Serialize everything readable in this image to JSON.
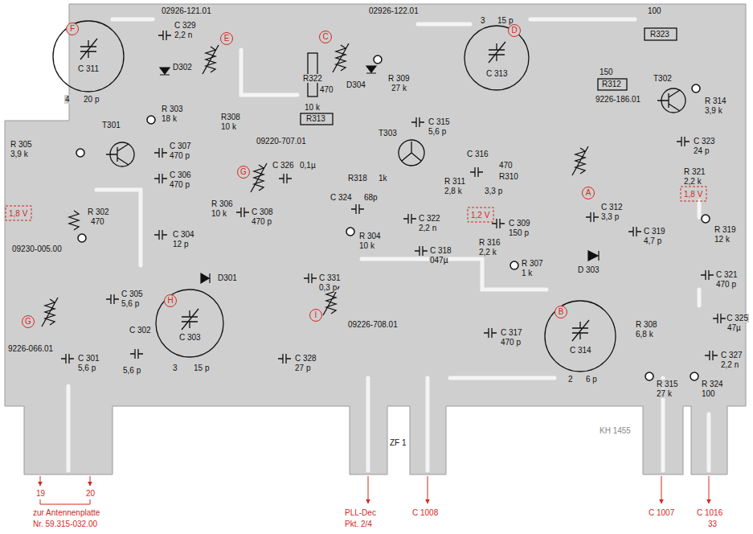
{
  "diagram": {
    "nodes": [
      {
        "text": [
          "F"
        ]
      },
      {
        "text": [
          "D"
        ]
      },
      {
        "text": [
          "E"
        ]
      },
      {
        "text": [
          "C"
        ]
      },
      {
        "text": [
          "G"
        ]
      },
      {
        "text": [
          "A"
        ]
      },
      {
        "text": [
          "H"
        ]
      },
      {
        "text": [
          "B"
        ]
      },
      {
        "text": [
          "I"
        ]
      },
      {
        "text": [
          "G"
        ]
      }
    ],
    "labels": [
      "02926-121.01",
      "02926-122.01",
      "C 329",
      "2,2 n",
      "3",
      "15 p",
      "100",
      "R323",
      "D302",
      "C 311",
      "4",
      "20 p",
      "R322",
      "470",
      "D304",
      "C 313",
      "R 309",
      "27 k",
      "150",
      "R312",
      "9226-186.01",
      "T302",
      "R 314",
      "3,9 k",
      "10 k",
      "R313",
      "C 315",
      "5,6 p",
      "R308",
      "10 k",
      "R 303",
      "18 k",
      "T301",
      "R 305",
      "3,9 k",
      "C 307",
      "470 p",
      "09220-707.01",
      "C 326",
      "0,1µ",
      "T303",
      "C 316",
      "470",
      "R310",
      "C 323",
      "24 p",
      "1k",
      "R318",
      "C 306",
      "470 p",
      "C 324",
      "68p",
      "3,3 p",
      "R 311",
      "2,8 k",
      "1,2 V",
      "C 309",
      "150 p",
      "C 312",
      "3,3 p",
      "C 319",
      "4,7 p",
      "R 319",
      "12 k",
      "R 321",
      "2,2 k",
      "1,8 V",
      "1,8 V",
      "R 302",
      "470",
      "R 306",
      "10 k",
      "C 308",
      "470 p",
      "C 322",
      "2,2 n",
      "R 304",
      "10 k",
      "C 318",
      "047µ",
      "R 316",
      "2,2 k",
      "C 304",
      "12 p",
      "09230-005.00",
      "R 307",
      "1 k",
      "D 303",
      "C 321",
      "470 p",
      "C 331",
      "0,3 p",
      "D301",
      "C 305",
      "5,6 p",
      "9226-066.01",
      "09226-708.01",
      "R 308",
      "6,8 k",
      "C 325",
      "47µ",
      "C 317",
      "470 p",
      "C 314",
      "C 327",
      "2,2 n",
      "C 328",
      "27 p",
      "C 303",
      "C 302",
      "C 301",
      "5,6 p",
      "5,6 p",
      "3",
      "15 p",
      "2",
      "6 p",
      "R 315",
      "27 k",
      "R 324",
      "100",
      "KH 1455",
      "ZF 1",
      "19",
      "20",
      "zur Antennenplatte",
      "Nr. 59.315-032.00",
      "PLL-Dec",
      "Pkt. 2/4",
      "C 1008",
      "C 1007",
      "C 1016",
      "33"
    ]
  }
}
